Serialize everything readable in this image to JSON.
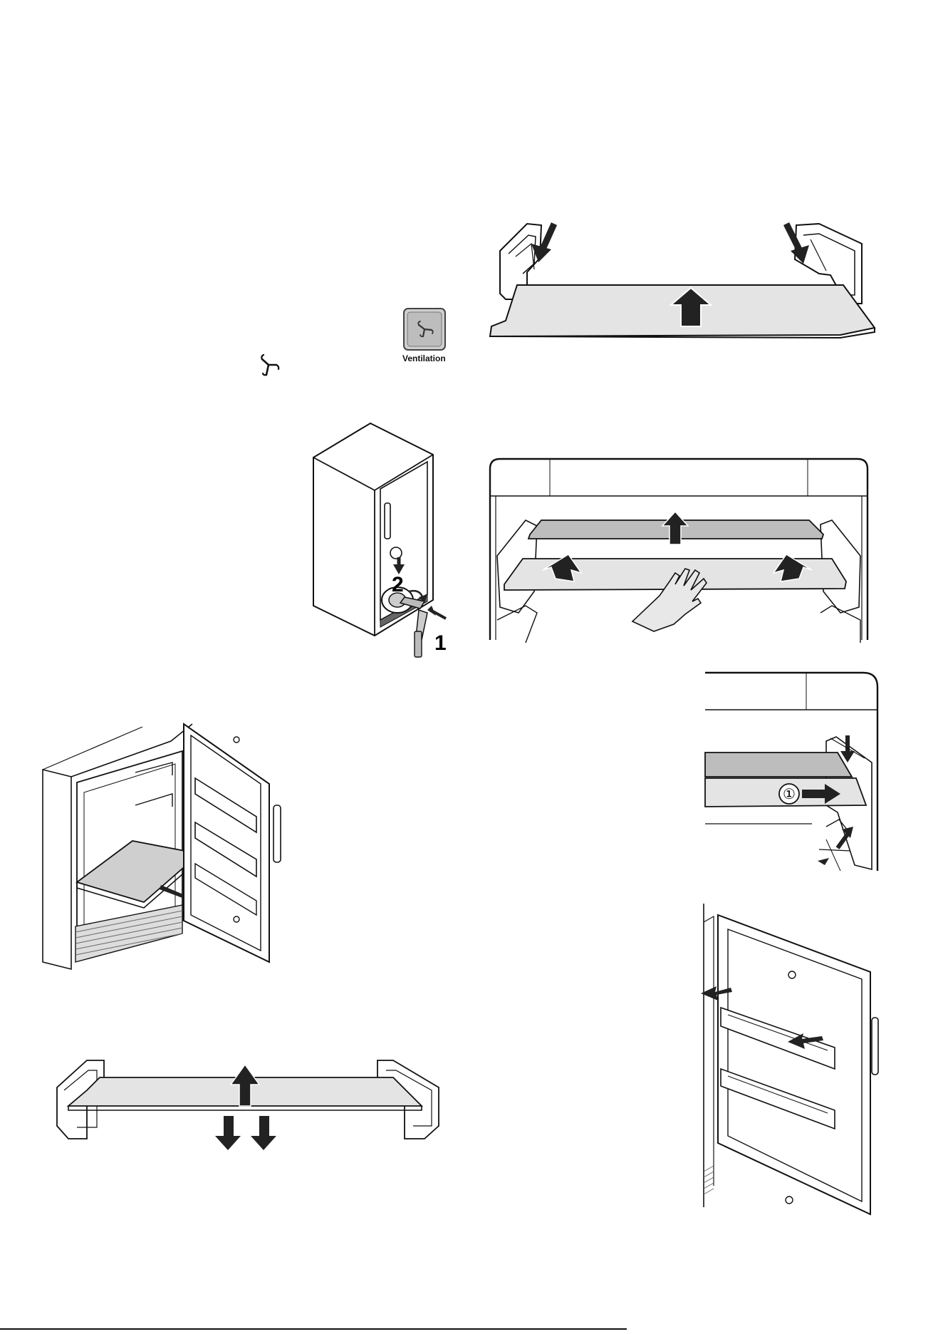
{
  "ventilation_button": {
    "label": "Ventilation",
    "icon": "fan-icon"
  },
  "inline_fan_symbol": {
    "icon": "fan-icon"
  },
  "lock_figure": {
    "step_1": "1",
    "step_2": "2"
  },
  "shelf_lock_figure": {
    "callout": "①"
  }
}
